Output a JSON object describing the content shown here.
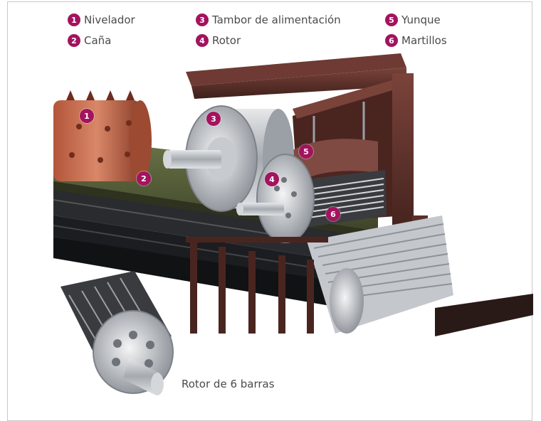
{
  "legend": [
    {
      "number": "1",
      "label": "Nivelador"
    },
    {
      "number": "2",
      "label": "Caña"
    },
    {
      "number": "3",
      "label": "Tambor de alimentación"
    },
    {
      "number": "4",
      "label": "Rotor"
    },
    {
      "number": "5",
      "label": "Yunque"
    },
    {
      "number": "6",
      "label": "Martillos"
    }
  ],
  "caption": "Rotor de 6 barras",
  "colors": {
    "marker": "#a3135e",
    "frame_border": "#c9c9c9",
    "text": "#4a4a4a",
    "rust_steel": "#5a2f2a",
    "drum_steel": "#b8bcc2",
    "cane": "#4d5536"
  }
}
